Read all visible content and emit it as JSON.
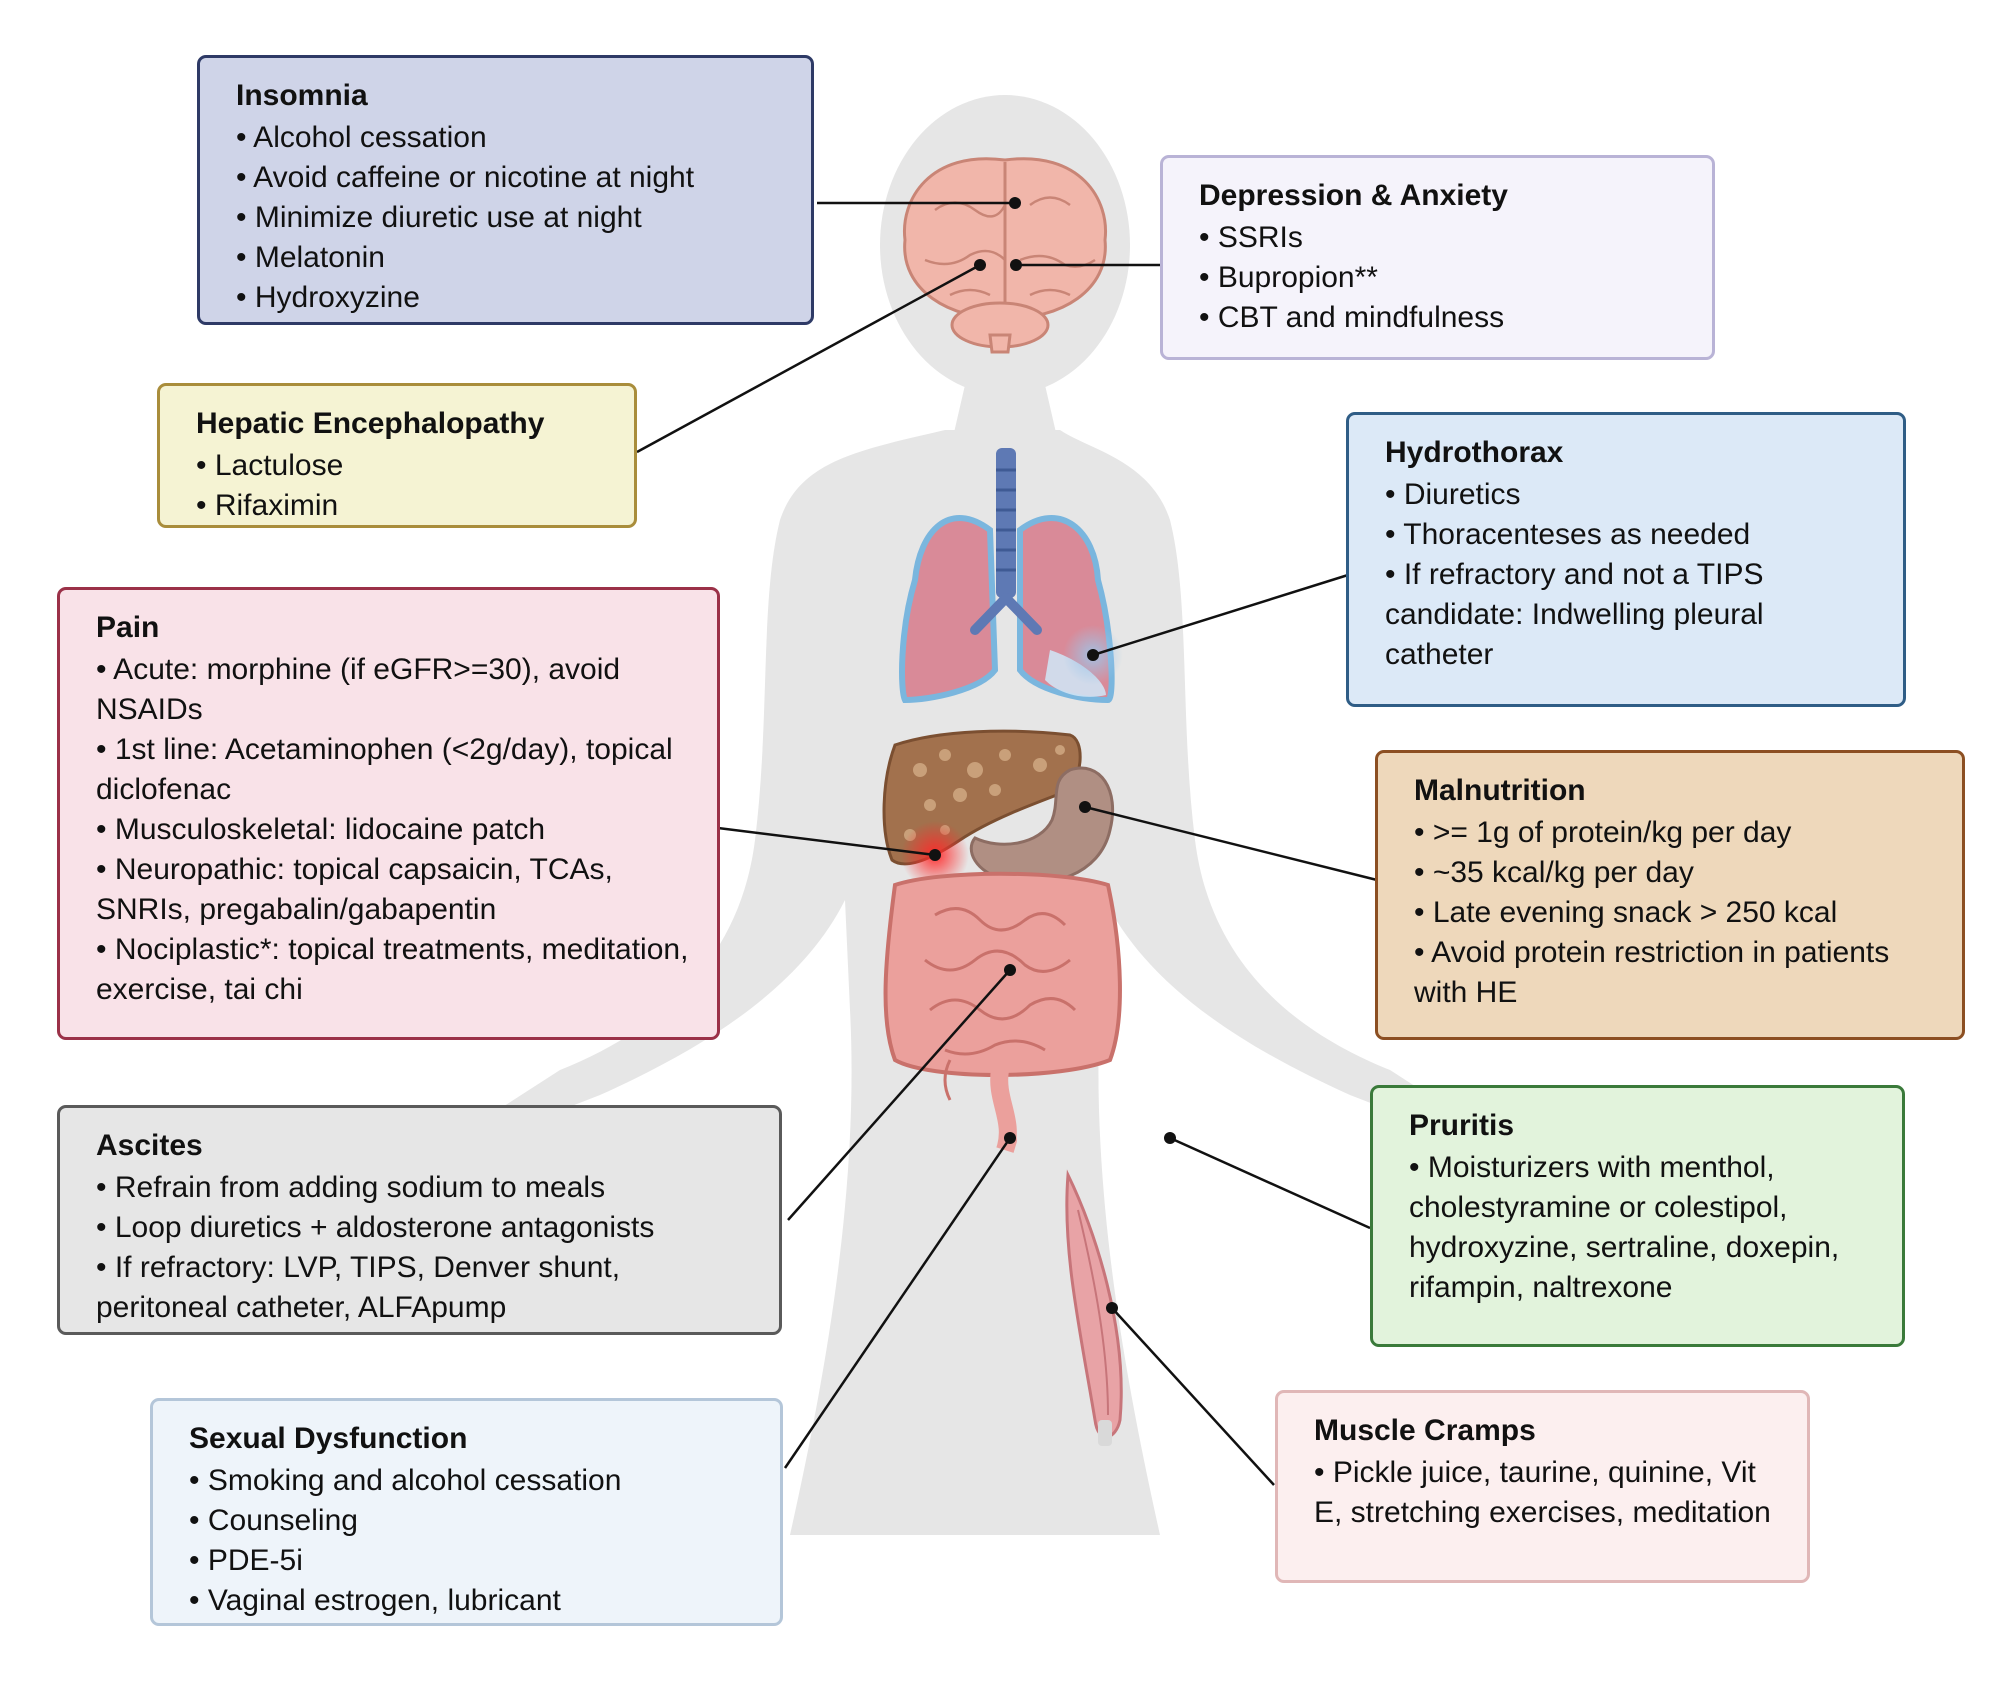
{
  "boxes": {
    "insomnia": {
      "title": "Insomnia",
      "items": [
        "• Alcohol cessation",
        "• Avoid caffeine or nicotine at night",
        "• Minimize diuretic use at night",
        "• Melatonin",
        "• Hydroxyzine"
      ],
      "fill": "#cfd4e8",
      "border": "#2e3a66"
    },
    "depression": {
      "title": "Depression & Anxiety",
      "items": [
        "• SSRIs",
        "• Bupropion**",
        "• CBT and mindfulness"
      ],
      "fill": "#f5f3fb",
      "border": "#b9b3d6"
    },
    "hepatic": {
      "title": "Hepatic Encephalopathy",
      "items": [
        "• Lactulose",
        "• Rifaximin"
      ],
      "fill": "#f5f3d3",
      "border": "#a98d3b"
    },
    "hydrothorax": {
      "title": "Hydrothorax",
      "items": [
        "• Diuretics",
        "• Thoracenteses as needed",
        "• If refractory and not a TIPS candidate: Indwelling pleural catheter"
      ],
      "fill": "#dce9f7",
      "border": "#2f5d86"
    },
    "pain": {
      "title": "Pain",
      "items": [
        "• Acute: morphine (if eGFR>=30), avoid NSAIDs",
        "• 1st line: Acetaminophen (<2g/day), topical diclofenac",
        "• Musculoskeletal: lidocaine patch",
        "• Neuropathic: topical capsaicin, TCAs, SNRIs, pregabalin/gabapentin",
        "• Nociplastic*: topical treatments, meditation, exercise, tai chi"
      ],
      "fill": "#f9e2e8",
      "border": "#9b3148"
    },
    "malnutrition": {
      "title": "Malnutrition",
      "items": [
        "• >= 1g of protein/kg per day",
        "• ~35 kcal/kg per day",
        "• Late evening snack > 250 kcal",
        "• Avoid protein restriction in patients with HE"
      ],
      "fill": "#eed8bb",
      "border": "#8c4f22"
    },
    "ascites": {
      "title": "Ascites",
      "items": [
        "• Refrain from adding sodium to meals",
        "• Loop diuretics + aldosterone antagonists",
        "• If refractory: LVP, TIPS, Denver shunt, peritoneal catheter, ALFApump"
      ],
      "fill": "#e6e6e6",
      "border": "#5a5a5a"
    },
    "pruritis": {
      "title": "Pruritis",
      "items": [
        "• Moisturizers with menthol, cholestyramine or colestipol, hydroxyzine, sertraline, doxepin, rifampin, naltrexone"
      ],
      "fill": "#e2f3dc",
      "border": "#3a7a3a"
    },
    "sexual": {
      "title": "Sexual Dysfunction",
      "items": [
        "• Smoking and alcohol cessation",
        "• Counseling",
        "• PDE-5i",
        "• Vaginal estrogen, lubricant"
      ],
      "fill": "#eef4fa",
      "border": "#b4c6d9"
    },
    "cramps": {
      "title": "Muscle Cramps",
      "items": [
        "• Pickle juice, taurine, quinine, Vit E, stretching exercises, meditation"
      ],
      "fill": "#fcefef",
      "border": "#e0b7b7"
    }
  },
  "colors": {
    "silhouette": "#e6e6e6",
    "connector": "#111111",
    "brain": "#f1b6aa",
    "lungs": "#d98a98",
    "trachea": "#5e79b4",
    "liver": "#a2714d",
    "stomach": "#b08f83",
    "intestine": "#eba09c",
    "muscle": "#e8a3a6"
  }
}
